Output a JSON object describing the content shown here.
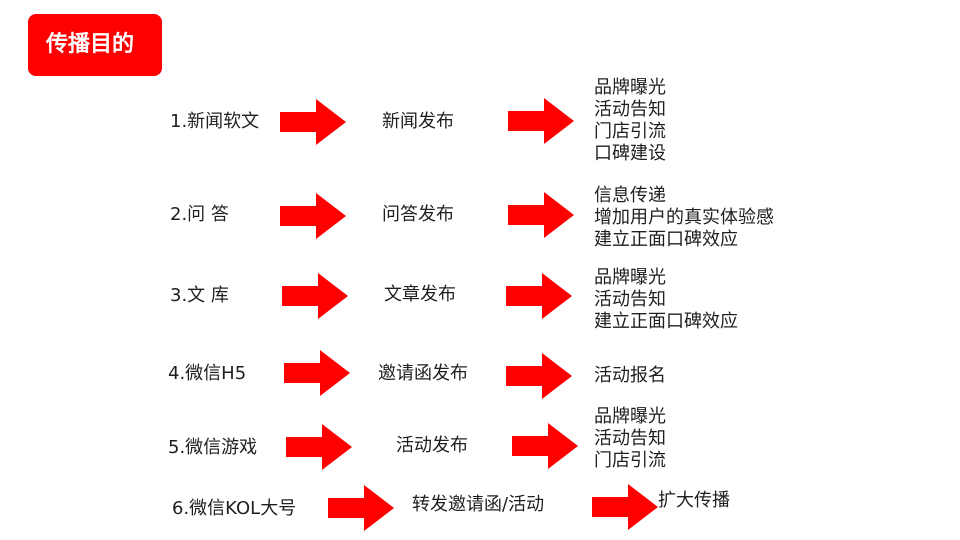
{
  "title": "传播目的",
  "colors": {
    "accent": "#ff0000",
    "text": "#1f1f1f"
  },
  "rows": [
    {
      "channel": "1.新闻软文",
      "action": "新闻发布",
      "purposes": [
        "品牌曝光",
        "活动告知",
        "门店引流",
        "口碑建设"
      ]
    },
    {
      "channel": "2.问  答",
      "action": "问答发布",
      "purposes": [
        "信息传递",
        "增加用户的真实体验感",
        "建立正面口碑效应"
      ]
    },
    {
      "channel": "3.文  库",
      "action": "文章发布",
      "purposes": [
        "品牌曝光",
        "活动告知",
        "建立正面口碑效应"
      ]
    },
    {
      "channel": "4.微信H5",
      "action": "邀请函发布",
      "purposes": [
        "活动报名"
      ]
    },
    {
      "channel": "5.微信游戏",
      "action": "活动发布",
      "purposes": [
        "品牌曝光",
        "活动告知",
        "门店引流"
      ]
    },
    {
      "channel": "6.微信KOL大号",
      "action": "转发邀请函/活动",
      "purposes": [
        "扩大传播"
      ]
    }
  ],
  "arrow_icon": "red-right-arrow-icon"
}
